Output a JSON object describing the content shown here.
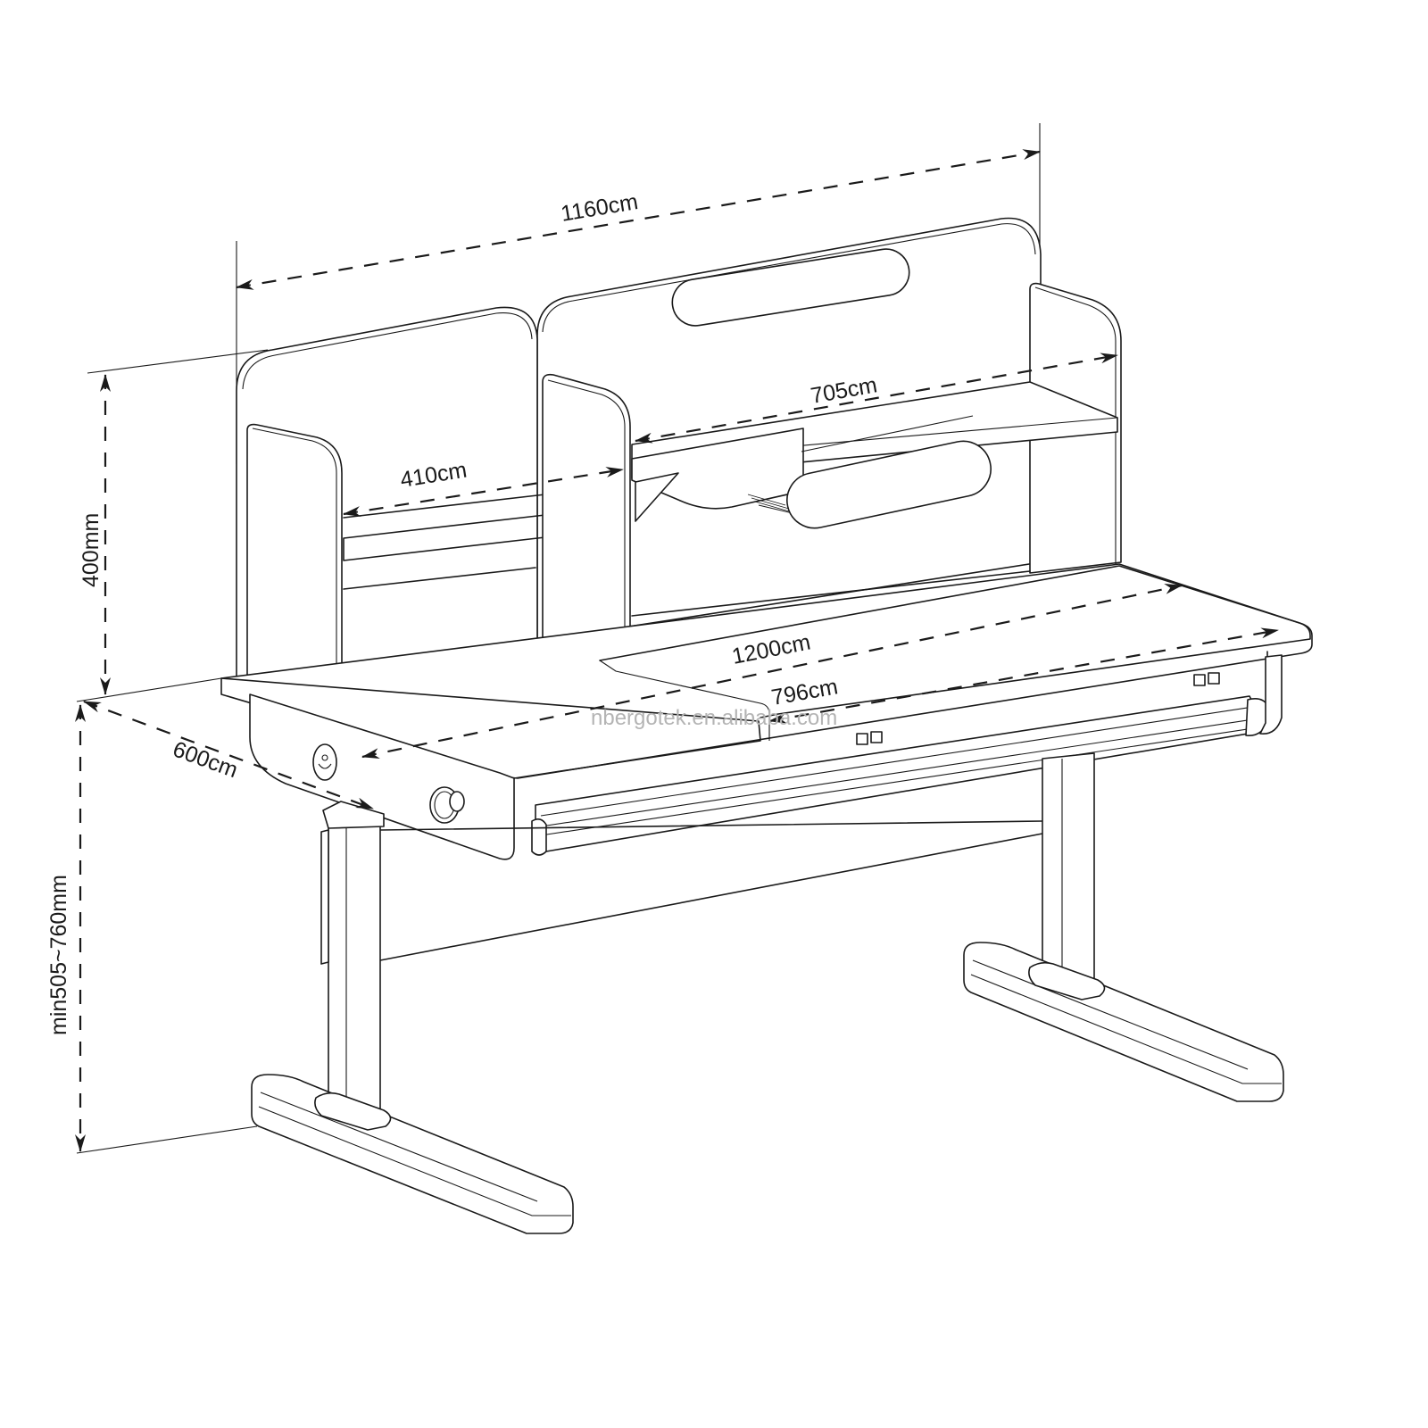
{
  "diagram": {
    "subject": "Height-adjustable children's study desk with hutch",
    "style": "black line drawing on white",
    "colors": {
      "line": "#1a1a1a",
      "background": "#ffffff",
      "watermark": "#b4b4b4"
    }
  },
  "dimensions": {
    "overall_hutch_width": {
      "label": "1160cm"
    },
    "upper_shelf_width": {
      "label": "705cm"
    },
    "left_shelf_width": {
      "label": "410cm"
    },
    "desktop_width": {
      "label": "1200cm"
    },
    "tilting_top_width": {
      "label": "796cm"
    },
    "desk_depth": {
      "label": "600cm"
    },
    "hutch_height": {
      "label": "400mm"
    },
    "desk_height_range": {
      "label": "min505~760mm"
    }
  },
  "watermark": {
    "text": "nbergotek.en.alibaba.com"
  },
  "components": [
    {
      "name": "Hutch back panel with handle cutout"
    },
    {
      "name": "Left bookshelf with divider"
    },
    {
      "name": "Upper right shelf"
    },
    {
      "name": "Reading stand with ledge"
    },
    {
      "name": "Tilting desktop"
    },
    {
      "name": "Fixed desktop"
    },
    {
      "name": "Pull-out drawer"
    },
    {
      "name": "Tilt adjustment dial"
    },
    {
      "name": "Height adjustment knob"
    },
    {
      "name": "Left lifting column"
    },
    {
      "name": "Right lifting column"
    },
    {
      "name": "Left foot base"
    },
    {
      "name": "Right foot base"
    },
    {
      "name": "Cross beam"
    }
  ]
}
